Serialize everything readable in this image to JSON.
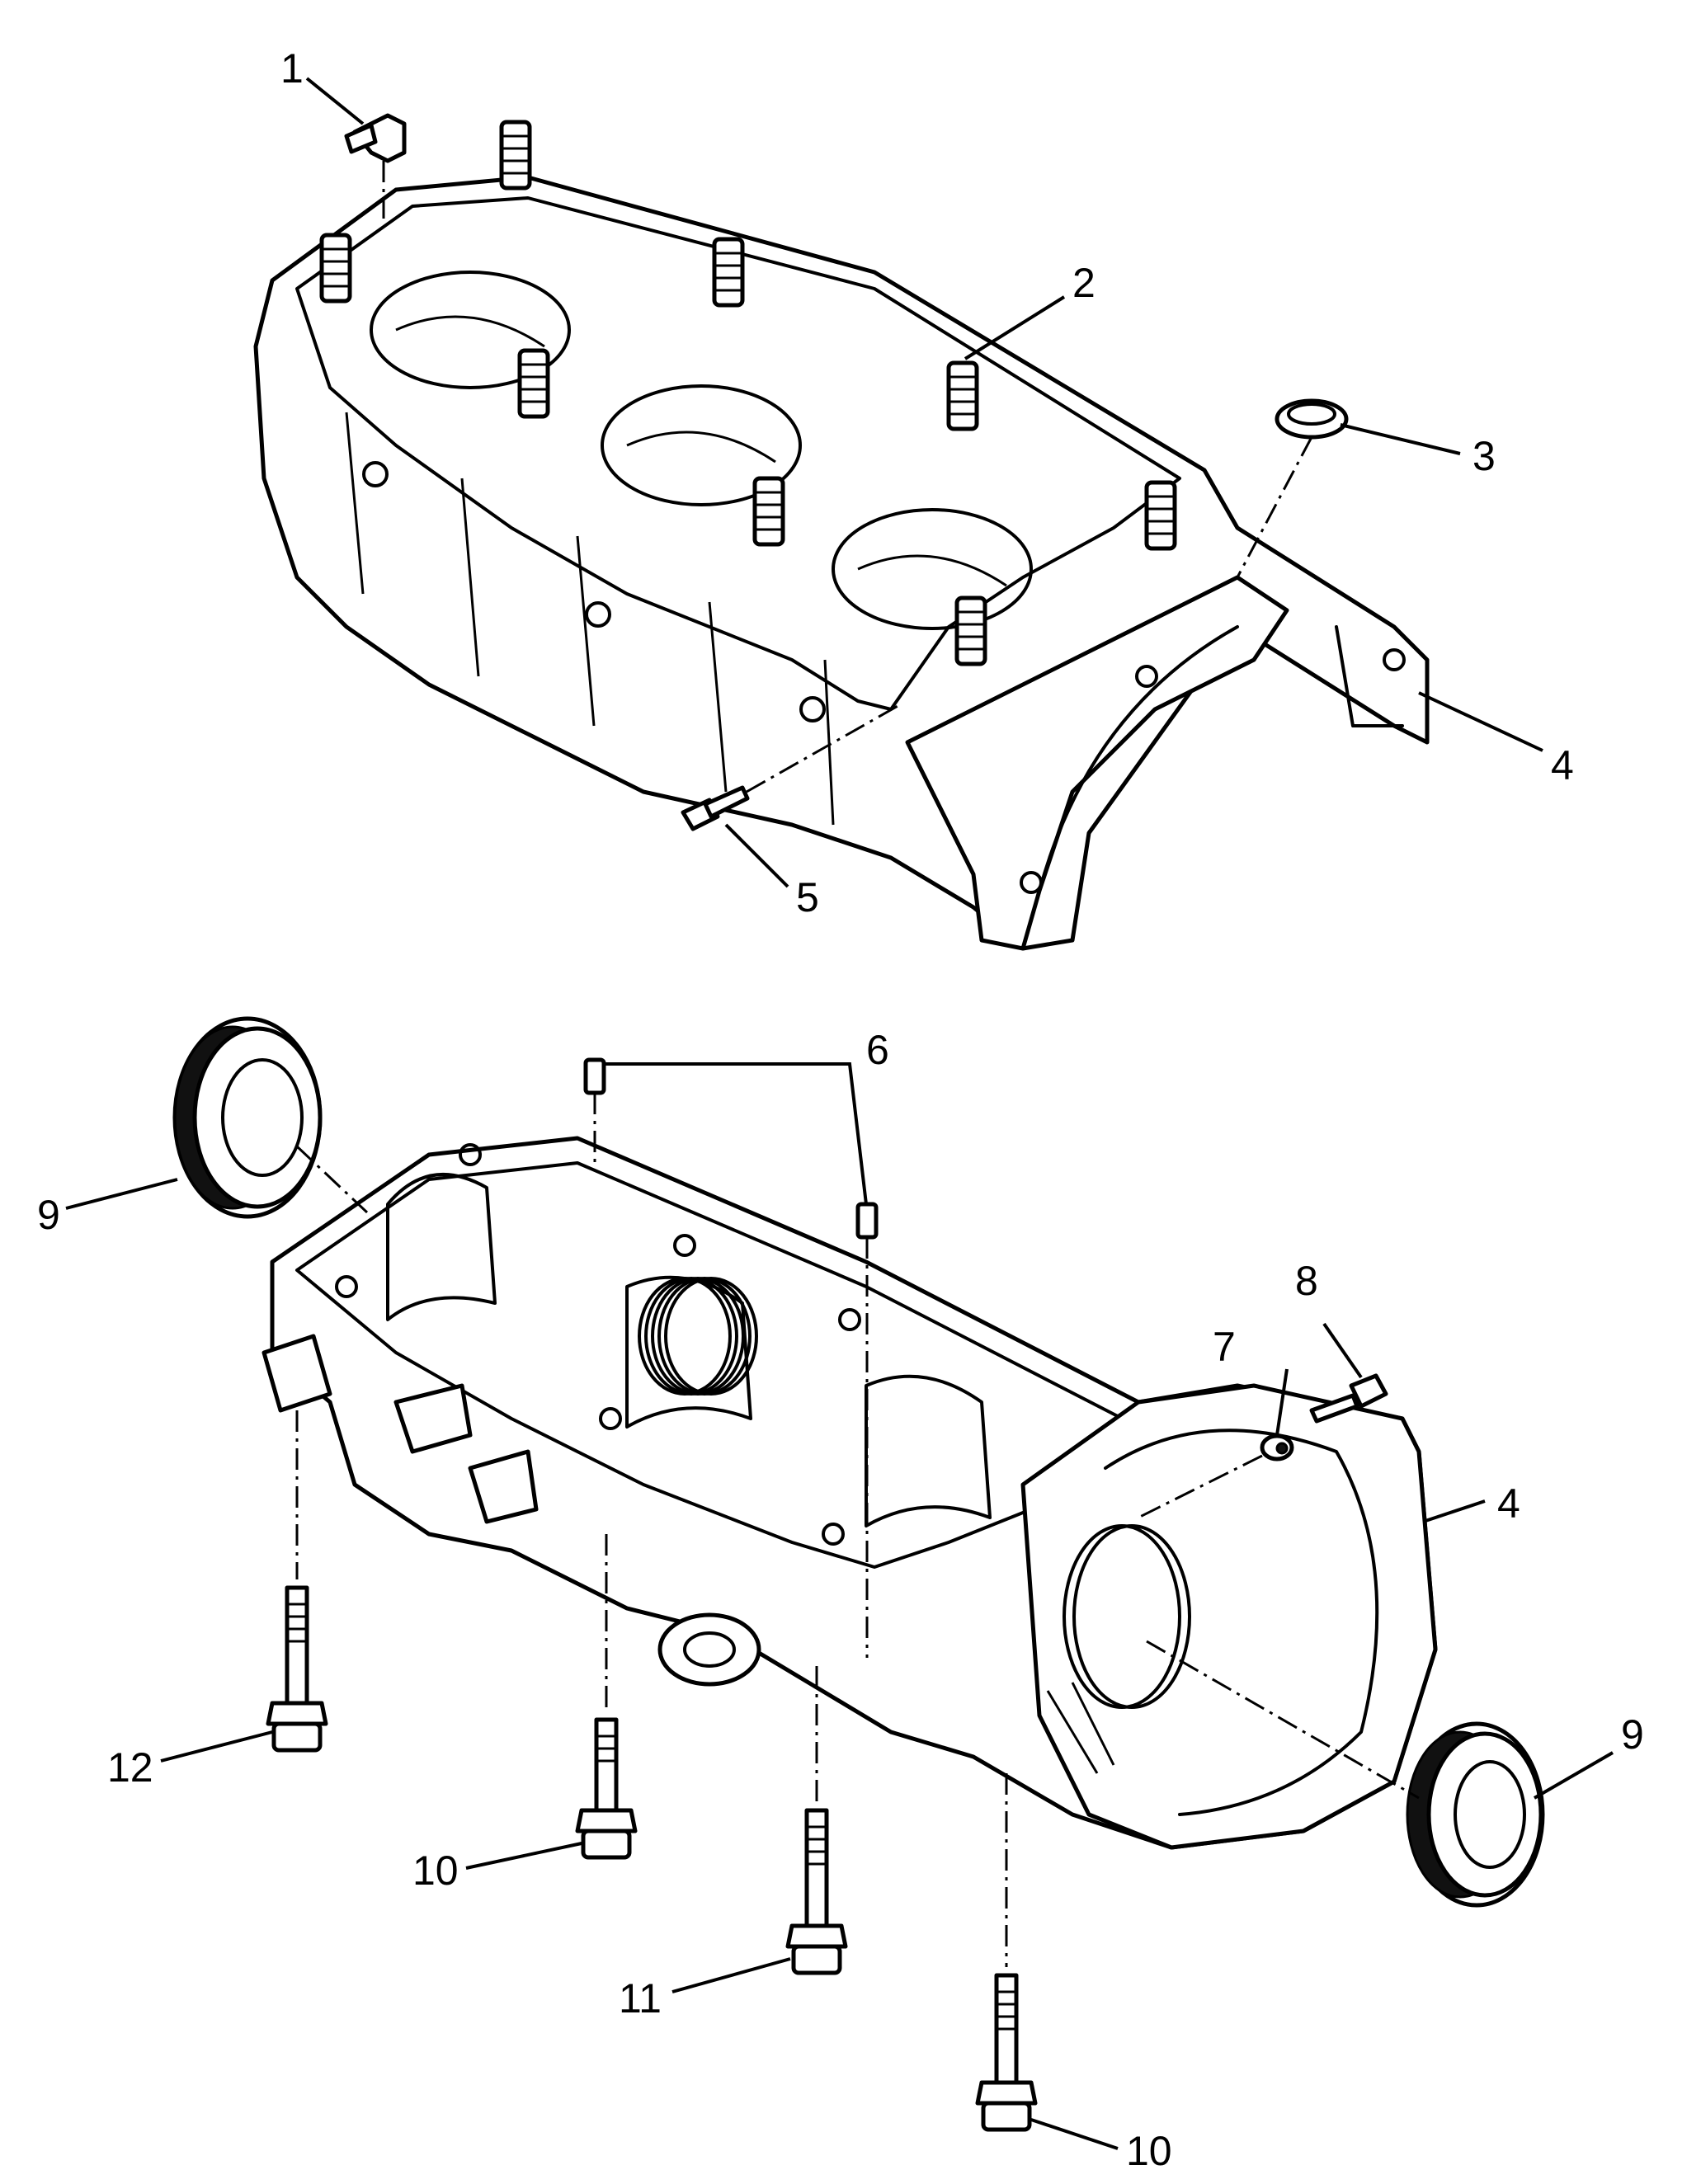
{
  "callouts": {
    "c1": "1",
    "c2": "2",
    "c3": "3",
    "c4_upper": "4",
    "c5": "5",
    "c6": "6",
    "c7": "7",
    "c8": "8",
    "c9_left": "9",
    "c4_lower": "4",
    "c9_right": "9",
    "c12": "12",
    "c10_upper": "10",
    "c11": "11",
    "c10_lower": "10"
  }
}
